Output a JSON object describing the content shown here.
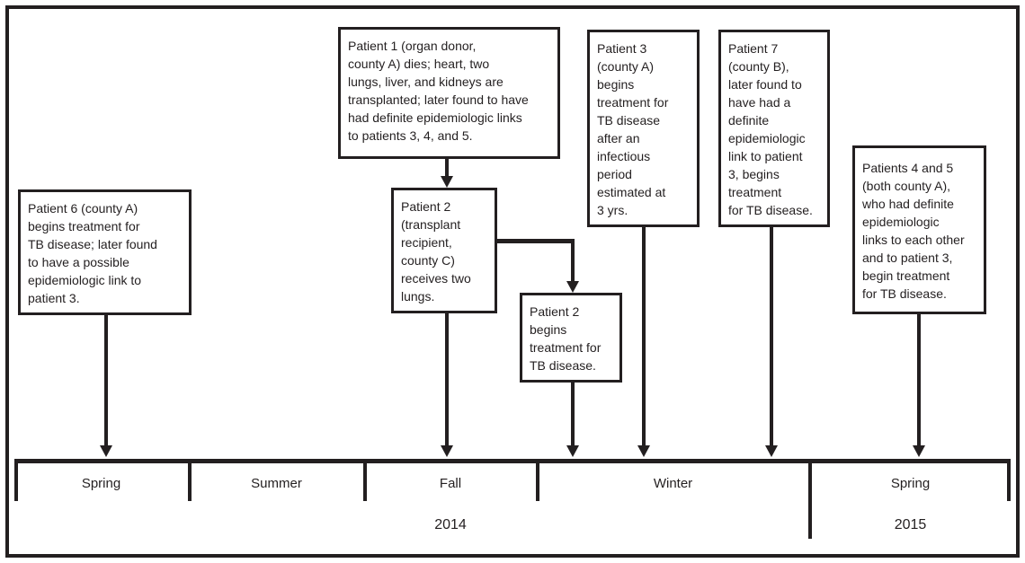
{
  "diagram": {
    "boxes": {
      "patient6": "Patient 6 (county A)\nbegins treatment for\nTB disease; later found\nto have a possible\nepidemiologic link to\npatient 3.",
      "patient1": "Patient 1 (organ donor,\ncounty A) dies; heart, two\nlungs, liver, and kidneys are\ntransplanted; later found to have\nhad definite epidemiologic links\nto patients 3, 4, and 5.",
      "patient2_transplant": "Patient 2\n(transplant\nrecipient,\ncounty C)\nreceives two\nlungs.",
      "patient2_treatment": "Patient 2\nbegins\ntreatment for\nTB disease.",
      "patient3": "Patient 3\n(county A)\nbegins\ntreatment for\nTB disease\nafter an\ninfectious\nperiod\nestimated at\n3 yrs.",
      "patient7": "Patient 7\n(county B),\nlater found to\nhave had a\ndefinite\nepidemiologic\nlink to patient\n3, begins\ntreatment\nfor TB disease.",
      "patients4and5": "Patients 4 and 5\n(both county A),\nwho had definite\nepidemiologic\nlinks to each other\nand to patient 3,\nbegin treatment\nfor TB disease."
    },
    "timeline": {
      "seasons": [
        "Spring",
        "Summer",
        "Fall",
        "Winter",
        "Spring"
      ],
      "years": [
        "2014",
        "2015"
      ]
    },
    "colors": {
      "ink": "#231f20",
      "background": "#ffffff"
    }
  }
}
